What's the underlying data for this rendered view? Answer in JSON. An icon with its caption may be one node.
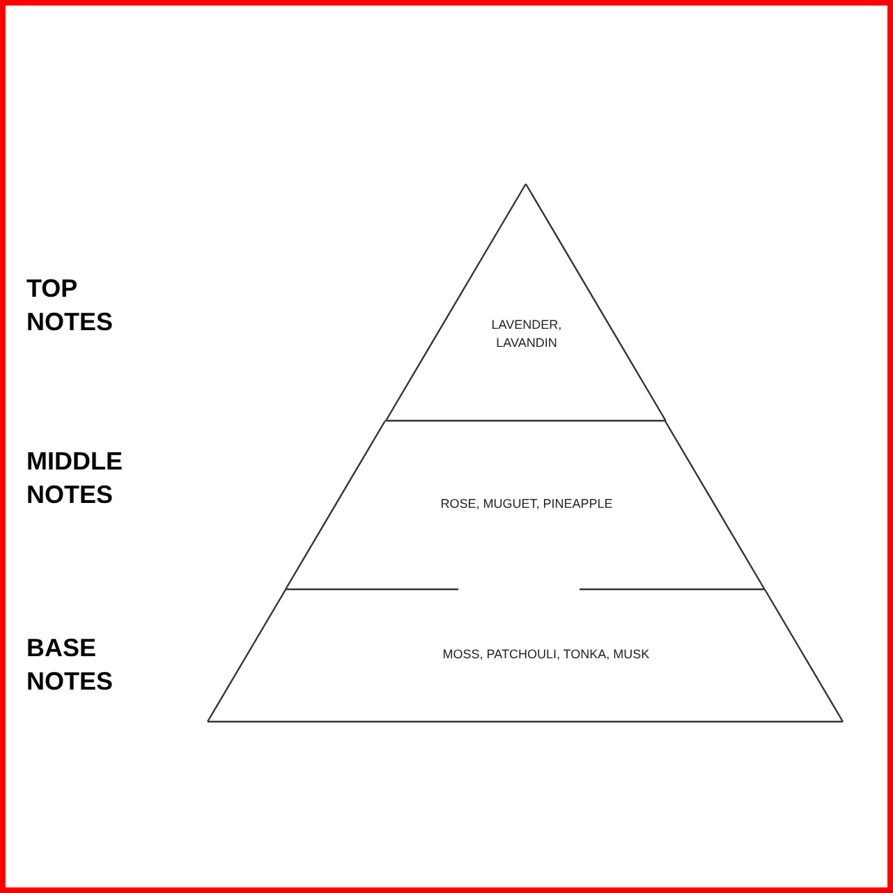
{
  "diagram": {
    "nodes": [
      {
        "text": [
          "LAVENDER, LAVANDIN"
        ]
      },
      {
        "text": [
          "ROSE, MUGUET, PINEAPPLE"
        ]
      },
      {
        "text": [
          "MOSS, PATCHOULI, TONKA, MUSK"
        ]
      }
    ],
    "labels": [
      "TOP NOTES",
      "MIDDLE NOTES",
      "BASE NOTES"
    ]
  }
}
